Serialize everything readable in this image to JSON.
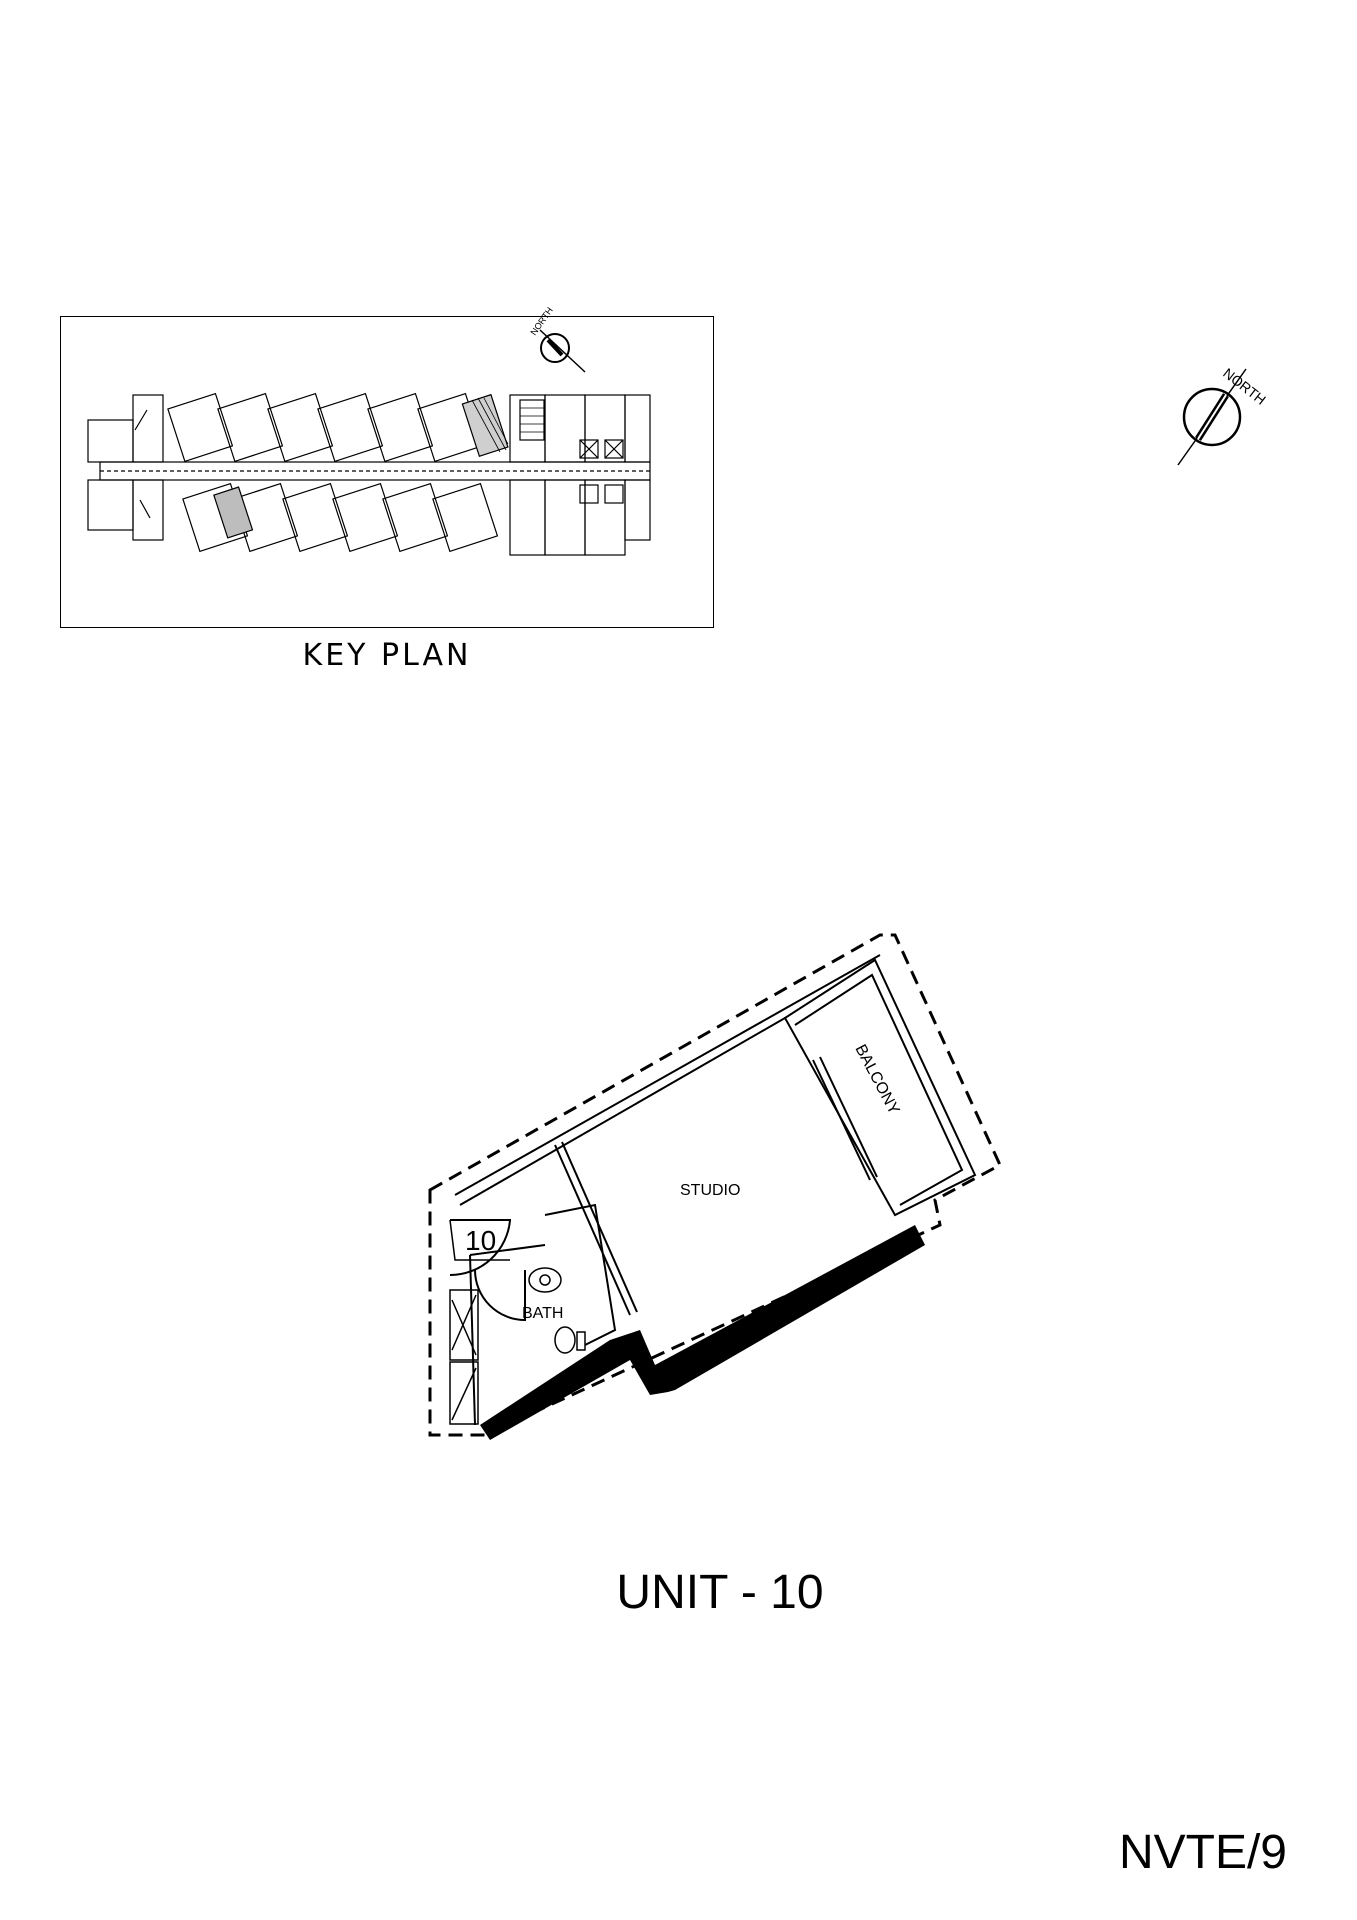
{
  "key_plan": {
    "caption": "KEY PLAN",
    "north_label": "NORTH"
  },
  "north_arrow": {
    "label": "NORTH"
  },
  "unit_plan": {
    "unit_number": "10",
    "rooms": {
      "studio": "STUDIO",
      "balcony": "BALCONY",
      "bath": "BATH"
    }
  },
  "title": "UNIT - 10",
  "sheet_number": "NVTE/9"
}
